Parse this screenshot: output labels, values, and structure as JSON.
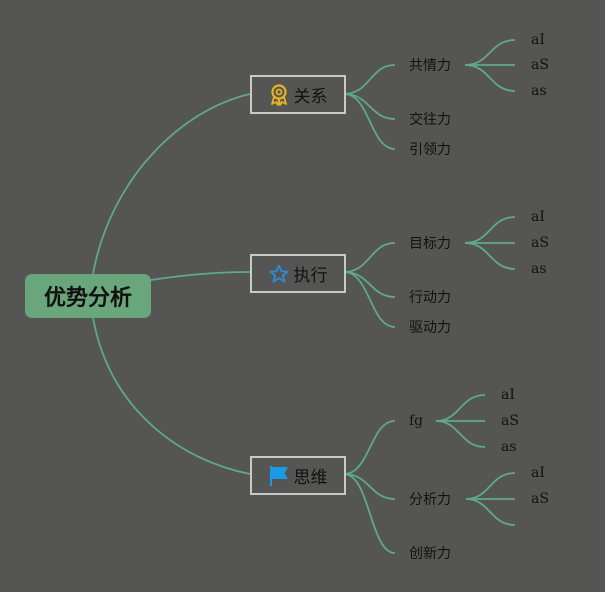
{
  "root": {
    "label": "优势分析"
  },
  "branches": [
    {
      "label": "关系",
      "icon": "award-ribbon-icon",
      "children": [
        {
          "label": "共情力",
          "children": [
            "aI",
            "aS",
            "as"
          ]
        },
        {
          "label": "交往力"
        },
        {
          "label": "引领力"
        }
      ]
    },
    {
      "label": "执行",
      "icon": "star-icon",
      "children": [
        {
          "label": "目标力",
          "children": [
            "aI",
            "aS",
            "as"
          ]
        },
        {
          "label": "行动力"
        },
        {
          "label": "驱动力"
        }
      ]
    },
    {
      "label": "思维",
      "icon": "flag-icon",
      "children": [
        {
          "label": "fg",
          "children": [
            "aI",
            "aS",
            "as"
          ]
        },
        {
          "label": "分析力",
          "children": [
            "aI",
            "aS",
            ""
          ]
        },
        {
          "label": "创新力"
        }
      ]
    }
  ],
  "colors": {
    "background": "#555654",
    "connector": "#5fa88c",
    "root_fill": "#6aa67c",
    "award": "#e6b422",
    "star": "#2a8fd8",
    "flag": "#1a9be6"
  }
}
